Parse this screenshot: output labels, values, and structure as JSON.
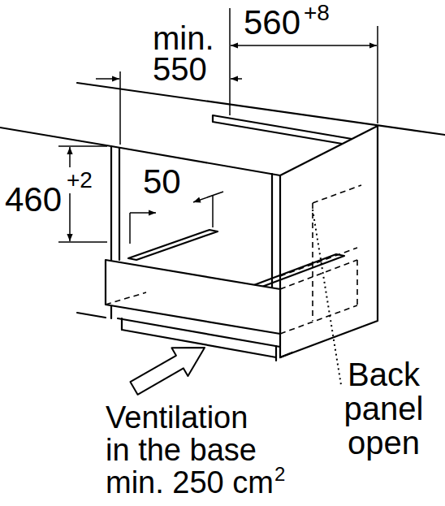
{
  "diagram": {
    "labels": [
      "min. 550",
      "560",
      "+8",
      "460",
      "+2",
      "50",
      "Back panel open",
      "Ventilation in the base min. 250 cm",
      "2"
    ]
  }
}
